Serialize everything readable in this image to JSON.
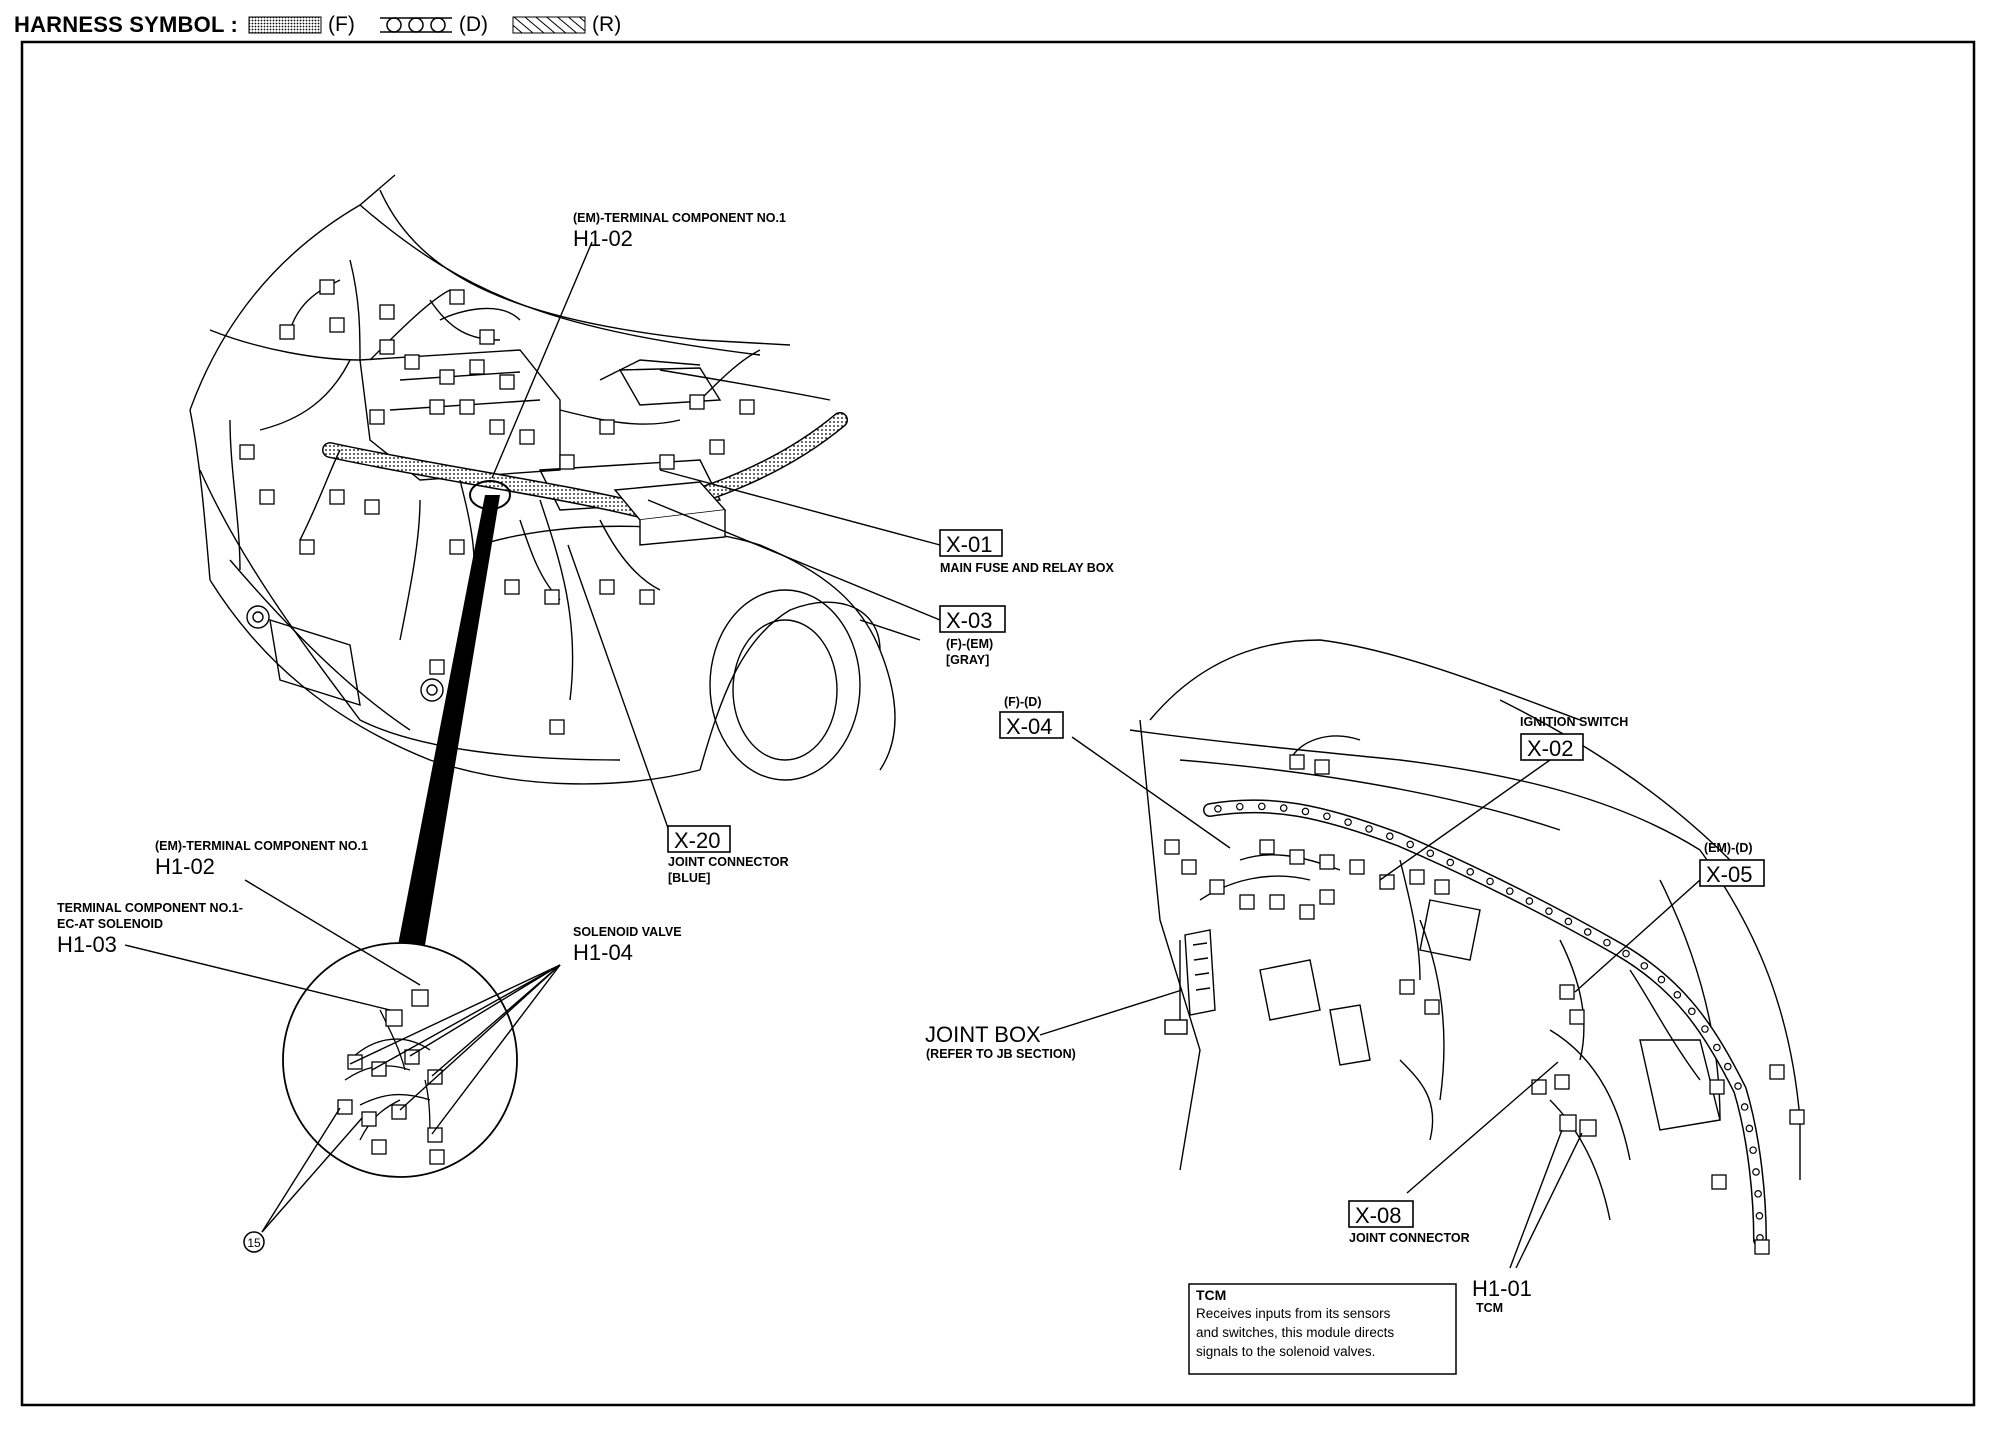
{
  "header": {
    "title": "HARNESS SYMBOL :",
    "symbols": [
      {
        "code": "(F)",
        "pattern": "dotted"
      },
      {
        "code": "(D)",
        "pattern": "circles"
      },
      {
        "code": "(R)",
        "pattern": "hatched"
      }
    ]
  },
  "labels": {
    "em_terminal_top": {
      "desc": "(EM)-TERMINAL COMPONENT NO.1",
      "code": "H1-02"
    },
    "x01": {
      "code": "X-01",
      "desc": "MAIN FUSE AND RELAY BOX"
    },
    "x03": {
      "code": "X-03",
      "desc1": "(F)-(EM)",
      "desc2": "[GRAY]"
    },
    "x20": {
      "code": "X-20",
      "desc1": "JOINT CONNECTOR",
      "desc2": "[BLUE]"
    },
    "em_terminal_detail": {
      "desc": "(EM)-TERMINAL COMPONENT NO.1",
      "code": "H1-02"
    },
    "h103": {
      "desc1": "TERMINAL COMPONENT NO.1-",
      "desc2": "EC-AT SOLENOID",
      "code": "H1-03"
    },
    "h104": {
      "desc": "SOLENOID VALVE",
      "code": "H1-04"
    },
    "ground": {
      "number": "15"
    },
    "x04": {
      "desc": "(F)-(D)",
      "code": "X-04"
    },
    "x02": {
      "desc": "IGNITION SWITCH",
      "code": "X-02"
    },
    "x05": {
      "desc": "(EM)-(D)",
      "code": "X-05"
    },
    "joint_box": {
      "title": "JOINT BOX",
      "desc": "(REFER TO JB SECTION)"
    },
    "x08": {
      "code": "X-08",
      "desc": "JOINT CONNECTOR"
    },
    "h101": {
      "code": "H1-01",
      "desc": "TCM"
    }
  },
  "tcm_note": {
    "title": "TCM",
    "lines": [
      "Receives inputs from its sensors",
      "and switches, this module directs",
      "signals to the solenoid valves."
    ]
  }
}
